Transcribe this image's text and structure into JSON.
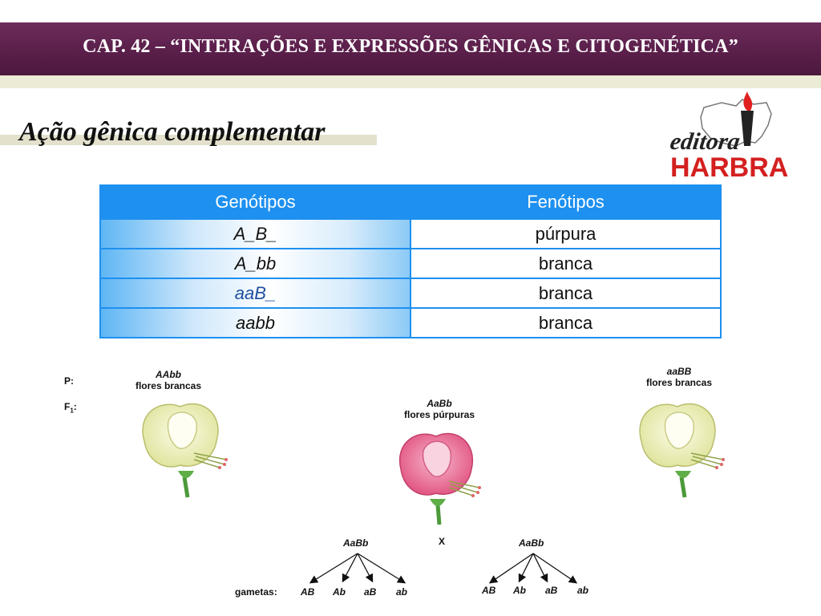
{
  "header": {
    "title": "CAP. 42 – “INTERAÇÕES E EXPRESSÕES GÊNICAS E CITOGENÉTICA”"
  },
  "section": {
    "subtitle": "Ação gênica complementar"
  },
  "logo": {
    "script": "editora",
    "word": "HARBRA",
    "brand_color": "#d42020"
  },
  "table": {
    "headers": [
      "Genótipos",
      "Fenótipos"
    ],
    "rows": [
      {
        "genotype": "A_B_",
        "phenotype": "púrpura"
      },
      {
        "genotype": "A_bb",
        "phenotype": "branca"
      },
      {
        "genotype": "aaB_",
        "phenotype": "branca"
      },
      {
        "genotype": "aabb",
        "phenotype": "branca"
      }
    ],
    "header_color": "#1e90f0"
  },
  "cross": {
    "p_label": "P:",
    "f1_label": "F",
    "f1_sub": "1",
    "f1_colon": ":",
    "parent_left": {
      "genotype": "AAbb",
      "desc": "flores brancas"
    },
    "parent_right": {
      "genotype": "aaBB",
      "desc": "flores brancas"
    },
    "offspring": {
      "genotype": "AaBb",
      "desc": "flores púrpuras"
    },
    "left_parent_gametes": "AaBb",
    "right_parent_gametes": "AaBb",
    "cross_symbol": "X",
    "gametes_label": "gametas:",
    "gametes_left": [
      "AB",
      "Ab",
      "aB",
      "ab"
    ],
    "gametes_right": [
      "AB",
      "Ab",
      "aB",
      "ab"
    ]
  }
}
